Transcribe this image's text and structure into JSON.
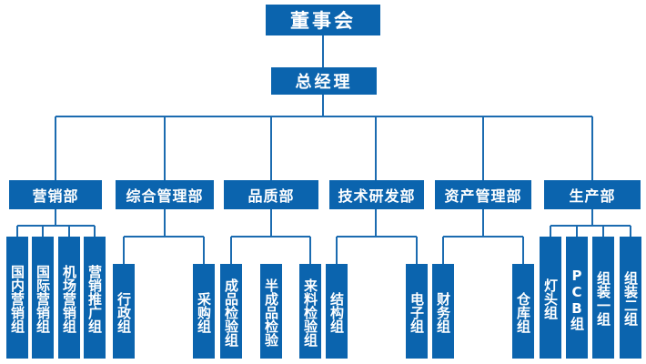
{
  "board": "董事会",
  "general_manager": "总经理",
  "departments": [
    {
      "name": "营销部",
      "units": [
        "国内营销组",
        "国际营销组",
        "机场营销组",
        "营销推广组"
      ]
    },
    {
      "name": "综合管理部",
      "units": [
        "行政组",
        "采购组"
      ]
    },
    {
      "name": "品质部",
      "units": [
        "成品检验组",
        "半成品检验",
        "来料检验组"
      ]
    },
    {
      "name": "技术研发部",
      "units": [
        "结构组",
        "电子组"
      ]
    },
    {
      "name": "资产管理部",
      "units": [
        "财务组",
        "仓库组"
      ]
    },
    {
      "name": "生产部",
      "units": [
        "灯头组",
        "PCB组",
        "组装一组",
        "组装二组"
      ]
    }
  ],
  "colors": {
    "box": "#0b64ae",
    "line": "#1b6bb0",
    "text": "#ffffff"
  }
}
